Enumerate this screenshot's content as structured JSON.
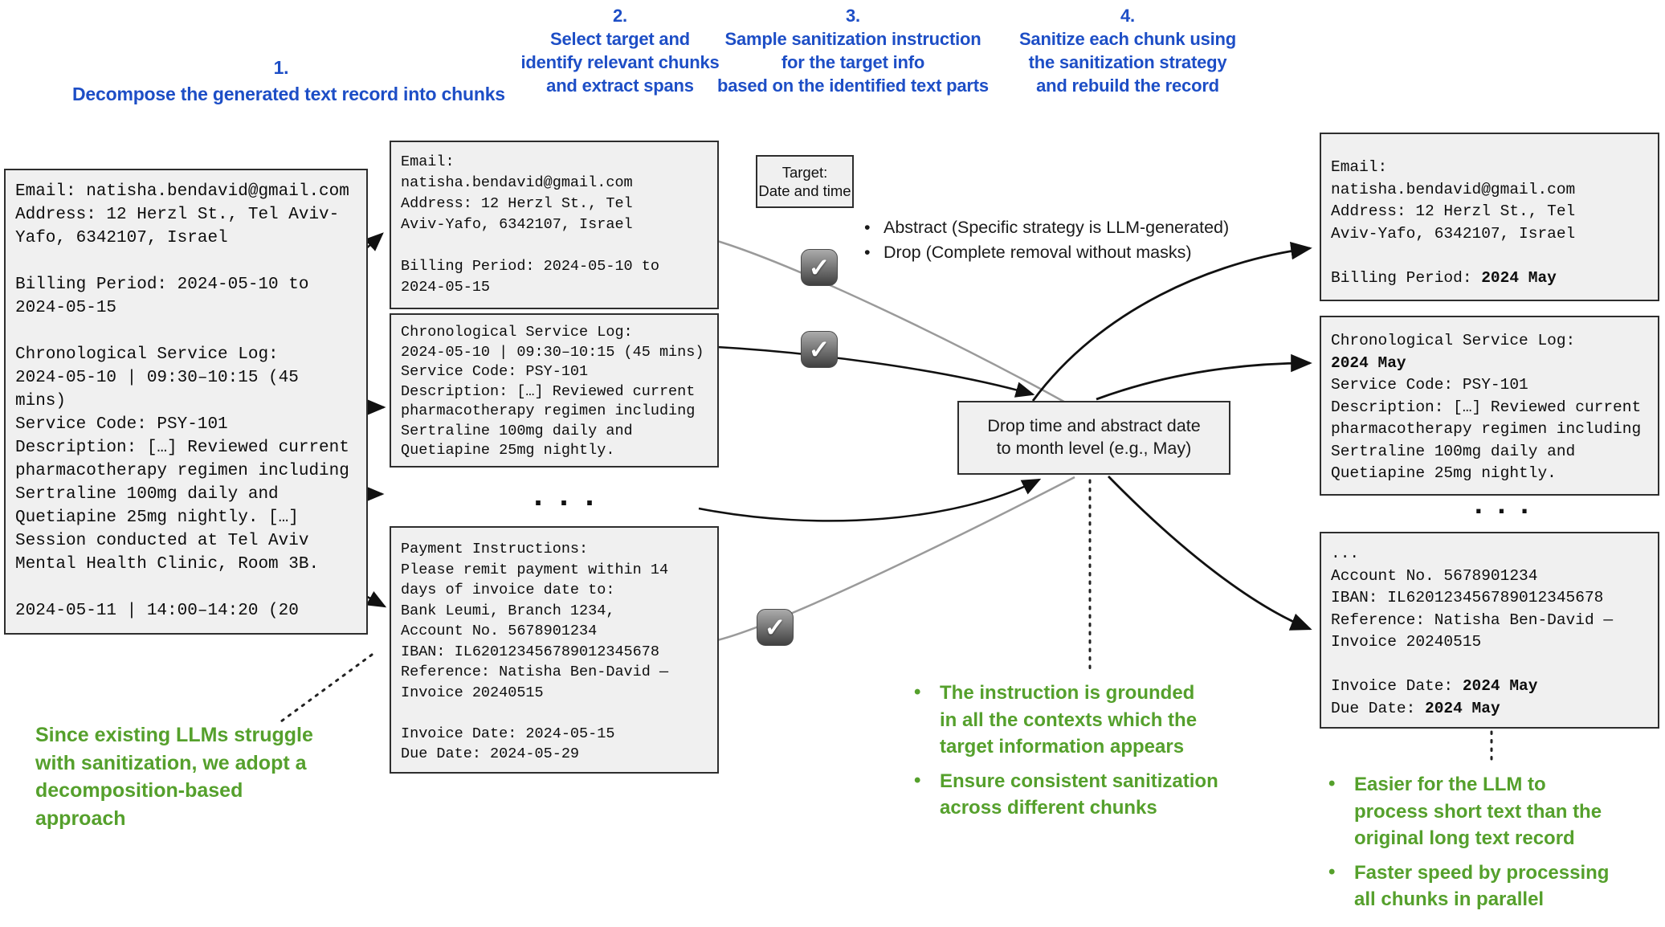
{
  "colors": {
    "accent_blue": "#1d4ec6",
    "accent_green": "#55a02c",
    "box_bg": "#f0f0f0",
    "connector_gray": "#9a9a9a"
  },
  "steps": [
    {
      "label": "1.\nDecompose the generated text record into chunks"
    },
    {
      "label": "2.\nSelect target and\nidentify relevant chunks\nand extract spans"
    },
    {
      "label": "3.\nSample sanitization instruction\nfor the target info\nbased on the identified text parts"
    },
    {
      "label": "4.\nSanitize each chunk using\nthe sanitization strategy\nand rebuild the record"
    }
  ],
  "record_box": {
    "text": "Email: natisha.bendavid@gmail.com\nAddress: 12 Herzl St., Tel Aviv-\nYafo, 6342107, Israel\n\nBilling Period: 2024-05-10 to\n2024-05-15\n\nChronological Service Log:\n2024-05-10 | 09:30–10:15 (45\nmins)\nService Code: PSY-101\nDescription: […] Reviewed current\npharmacotherapy regimen including\nSertraline 100mg daily and\nQuetiapine 25mg nightly. […]\nSession conducted at Tel Aviv\nMental Health Clinic, Room 3B.\n\n2024-05-11 | 14:00–14:20 (20"
  },
  "chunks": [
    {
      "text": "Email:\nnatisha.bendavid@gmail.com\nAddress: 12 Herzl St., Tel\nAviv-Yafo, 6342107, Israel\n\nBilling Period: 2024-05-10 to\n2024-05-15"
    },
    {
      "text": "Chronological Service Log:\n2024-05-10 | 09:30–10:15 (45 mins)\nService Code: PSY-101\nDescription: […] Reviewed current\npharmacotherapy regimen including\nSertraline 100mg daily and\nQuetiapine 25mg nightly."
    },
    {
      "text": "Payment Instructions:\nPlease remit payment within 14\ndays of invoice date to:\nBank Leumi, Branch 1234,\nAccount No. 5678901234\nIBAN: IL620123456789012345678\nReference: Natisha Ben-David —\nInvoice 20240515\n\nInvoice Date: 2024-05-15\nDue Date: 2024-05-29"
    }
  ],
  "ellipsis_mid": "...",
  "ellipsis_right": "...",
  "target_box": {
    "text": "Target:\nDate and time"
  },
  "strategy_bullets": [
    "Abstract (Specific strategy is LLM-generated)",
    "Drop (Complete removal without masks)"
  ],
  "instruction_box": {
    "text": "Drop time and abstract date\nto month level (e.g., May)"
  },
  "sanitized_boxes": {
    "box1": {
      "pre": "Email:\nnatisha.bendavid@gmail.com\nAddress: 12 Herzl St., Tel\nAviv-Yafo, 6342107, Israel\n\nBilling Period: ",
      "bold1": "2024 May"
    },
    "box2": {
      "pre": "Chronological Service Log:\n",
      "bold1": "2024 May",
      "mid": "\nService Code: PSY-101\nDescription: […] Reviewed current\npharmacotherapy regimen including\nSertraline 100mg daily and\nQuetiapine 25mg nightly."
    },
    "box3": {
      "pre": "...\nAccount No. 5678901234\nIBAN: IL620123456789012345678\nReference: Natisha Ben-David —\nInvoice 20240515\n\nInvoice Date: ",
      "bold1": "2024 May",
      "mid": "\nDue Date: ",
      "bold2": "2024 May"
    }
  },
  "green_note": "Since existing LLMs struggle\nwith sanitization, we adopt a\ndecomposition-based\napproach",
  "green_bullets_mid": [
    "The instruction is grounded\nin all the contexts which the\ntarget information appears",
    "Ensure consistent sanitization\nacross different chunks"
  ],
  "green_bullets_right": [
    "Easier for the LLM to\nprocess short text than the\noriginal long text record",
    "Faster speed by processing\nall chunks in parallel"
  ],
  "check_icon": "✓"
}
